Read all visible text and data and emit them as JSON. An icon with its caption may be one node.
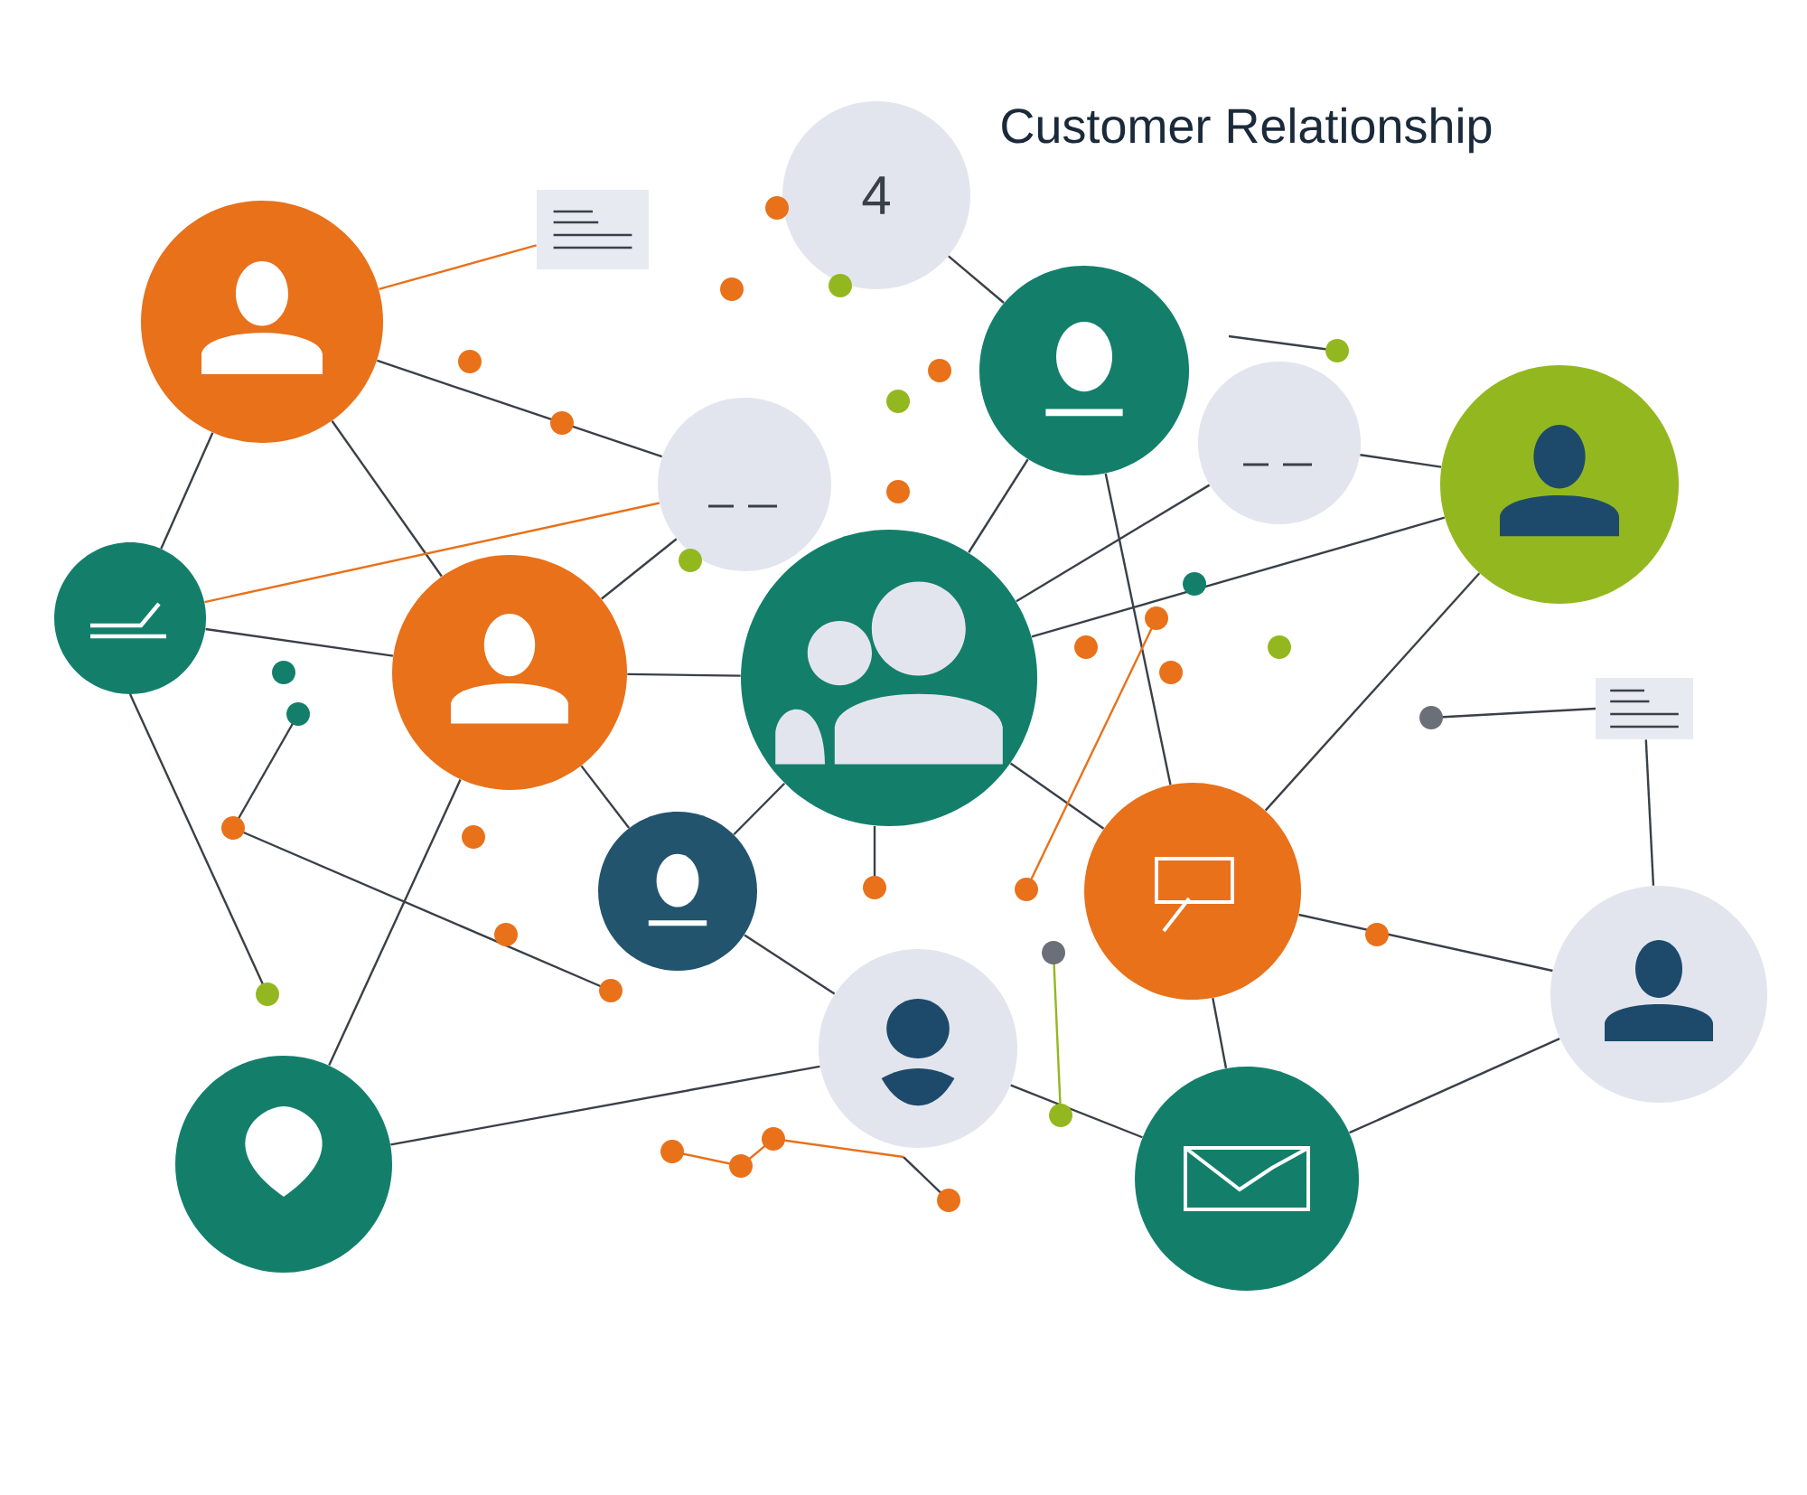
{
  "diagram": {
    "title": "Customer Relationship",
    "nodes": [
      {
        "text": [],
        "shape": "circle"
      },
      {
        "text": [
          "4"
        ]
      },
      {
        "text": [],
        "shape": "circle"
      },
      {
        "text": [],
        "shape": "circle"
      },
      {
        "text": [],
        "shape": "circle"
      },
      {
        "text": [],
        "shape": "circle"
      },
      {
        "text": [],
        "shape": "circle"
      },
      {
        "text": [],
        "shape": "circle"
      },
      {
        "text": [],
        "shape": "circle"
      },
      {
        "text": [],
        "shape": "box"
      },
      {
        "text": [],
        "shape": "box"
      },
      {
        "text": [],
        "shape": "circle"
      },
      {
        "text": [],
        "shape": "circle"
      },
      {
        "text": [],
        "shape": "circle"
      },
      {
        "text": [],
        "shape": "circle"
      },
      {
        "text": [],
        "shape": "circle"
      },
      {
        "text": [],
        "shape": "circle"
      }
    ],
    "edges": [
      {
        "from": 0,
        "to": 9,
        "arrow": "none",
        "color": "#e8711a"
      },
      {
        "from": 0,
        "to": 6,
        "arrow": "none"
      },
      {
        "from": 0,
        "to": 7,
        "arrow": "none"
      },
      {
        "from": 0,
        "to": 3,
        "arrow": "none"
      },
      {
        "from": 6,
        "to": 7,
        "arrow": "none"
      },
      {
        "from": 6,
        "to": 3,
        "arrow": "none",
        "color": "#e8711a"
      },
      {
        "from": 7,
        "to": 8,
        "arrow": "none"
      },
      {
        "from": 7,
        "to": 3,
        "arrow": "none"
      },
      {
        "from": 7,
        "to": 11,
        "arrow": "none"
      },
      {
        "from": 8,
        "to": 2,
        "arrow": "none"
      },
      {
        "from": 8,
        "to": 11,
        "arrow": "none"
      },
      {
        "from": 8,
        "to": 12,
        "arrow": "none"
      },
      {
        "from": 8,
        "to": 4,
        "arrow": "none"
      },
      {
        "from": 2,
        "to": 1,
        "arrow": "none"
      },
      {
        "from": 2,
        "to": 12,
        "arrow": "none"
      },
      {
        "from": 4,
        "to": 5,
        "arrow": "none"
      },
      {
        "from": 5,
        "to": 8,
        "arrow": "none"
      },
      {
        "from": 5,
        "to": 12,
        "arrow": "none"
      },
      {
        "from": 10,
        "to": 13,
        "arrow": "none"
      },
      {
        "from": 12,
        "to": 13,
        "arrow": "none"
      },
      {
        "from": 12,
        "to": 16,
        "arrow": "none"
      },
      {
        "from": 16,
        "to": 13,
        "arrow": "none"
      },
      {
        "from": 14,
        "to": 16,
        "arrow": "none"
      },
      {
        "from": 14,
        "to": 11,
        "arrow": "none"
      },
      {
        "from": 15,
        "to": 7,
        "arrow": "none"
      },
      {
        "from": 15,
        "to": 14,
        "arrow": "none"
      }
    ]
  }
}
